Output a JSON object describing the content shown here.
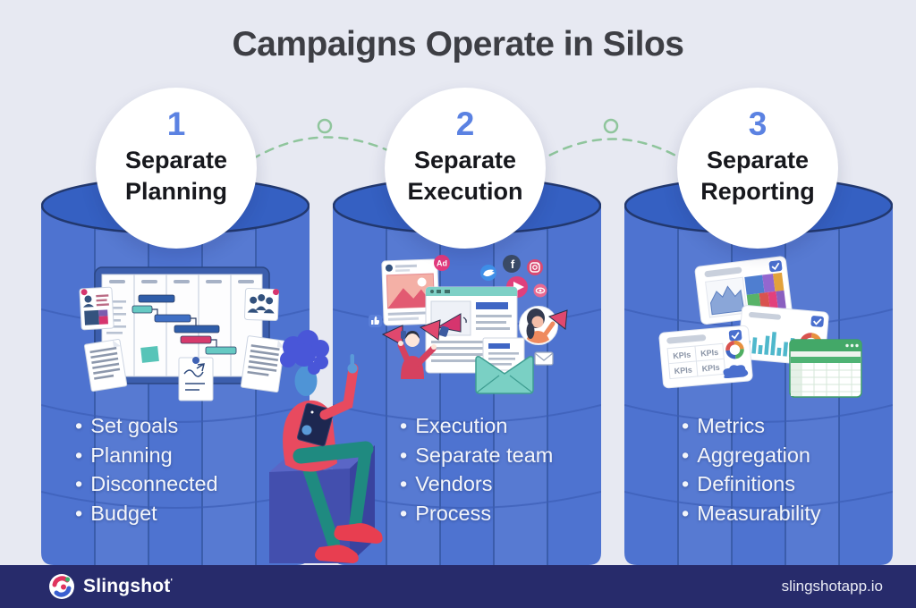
{
  "title": "Campaigns Operate in Silos",
  "bullet_char": "•",
  "steps": [
    {
      "number": "1",
      "label": "Separate\nPlanning",
      "items": [
        "Set goals",
        "Planning",
        "Disconnected",
        "Budget"
      ]
    },
    {
      "number": "2",
      "label": "Separate\nExecution",
      "items": [
        "Execution",
        "Separate team",
        "Vendors",
        "Process"
      ]
    },
    {
      "number": "3",
      "label": "Separate\nReporting",
      "items": [
        "Metrics",
        "Aggregation",
        "Definitions",
        "Measurability"
      ]
    }
  ],
  "illustrations": {
    "execution": {
      "ad_badge": "Ad",
      "facebook_glyph": "f"
    },
    "reporting": {
      "kpi_cell": "KPIs"
    }
  },
  "footer": {
    "brand": "Slingshot",
    "trademark": "'",
    "website": "slingshotapp.io"
  },
  "colors": {
    "background": "#e7e9f2",
    "silo_body": "#4e73d0",
    "silo_top": "#3560c2",
    "step_number": "#5b82e2",
    "connector": "#8fc59c",
    "footer_background": "#272b6b",
    "title_text": "#3d3e44",
    "list_text": "#f3f5fa"
  }
}
